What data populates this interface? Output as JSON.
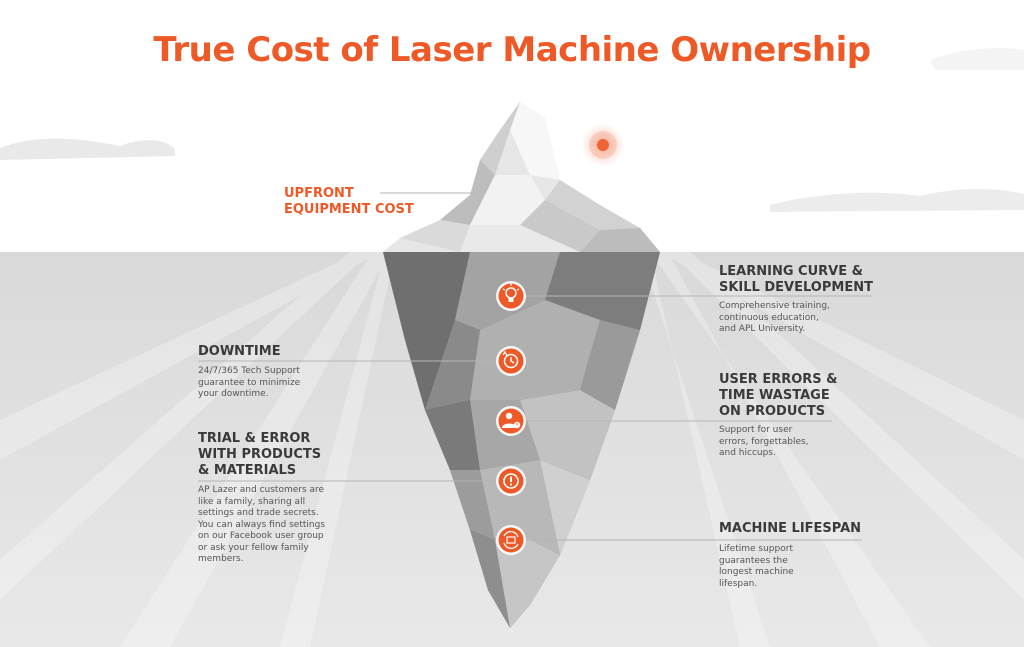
{
  "title": "True Cost of Laser Machine Ownership",
  "colors": {
    "accent": "#ee5a27",
    "sky": "#ffffff",
    "sea": "#dedede",
    "text": "#3a3a3a"
  },
  "callouts": {
    "upfront": {
      "title": "UPFRONT\nEQUIPMENT COST"
    },
    "learning": {
      "title": "LEARNING CURVE &\nSKILL DEVELOPMENT",
      "text": "Comprehensive training,\ncontinuous education,\nand APL University.",
      "icon": "lightbulb-brain-icon"
    },
    "downtime": {
      "title": "DOWNTIME",
      "text": "24/7/365 Tech Support\nguarantee to minimize\nyour downtime.",
      "icon": "clock-refresh-icon"
    },
    "user_errors": {
      "title": "USER ERRORS &\nTIME WASTAGE\nON PRODUCTS",
      "text": "Support for user\nerrors, forgettables,\nand hiccups.",
      "icon": "user-alert-icon"
    },
    "trial": {
      "title": "TRIAL & ERROR\nWITH PRODUCTS\n& MATERIALS",
      "text": "AP Lazer and customers are\nlike a family, sharing all\nsettings and trade secrets.\nYou can always find settings\non our Facebook user group\nor ask your fellow family\nmembers.",
      "icon": "exclamation-icon"
    },
    "lifespan": {
      "title": "MACHINE LIFESPAN",
      "text": "Lifetime support\nguarantees the\nlongest machine\nlifespan.",
      "icon": "machine-refresh-icon"
    }
  }
}
